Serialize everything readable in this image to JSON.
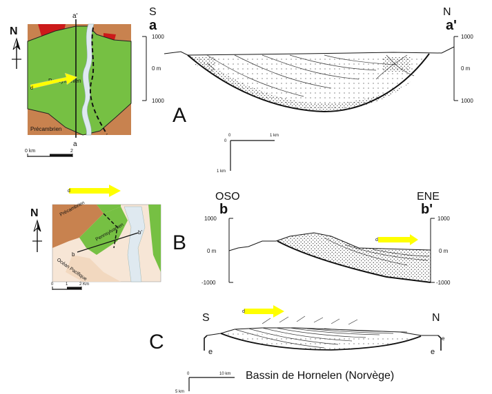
{
  "panel_a": {
    "letter": "A",
    "north_symbol": "N",
    "section_start_top": "a'",
    "section_start_bottom": "a",
    "map_unit_green": "Pensylvanien",
    "map_unit_brown": "Précambrien",
    "map_scale_left": "0 km",
    "map_scale_right": "2",
    "profile_left_dir": "S",
    "profile_left_point": "a",
    "profile_right_dir": "N",
    "profile_right_point": "a'",
    "elev_top": "1000",
    "elev_mid": "0 m",
    "elev_bottom": "1000",
    "elev_top_r": "1000",
    "elev_mid_r": "0 m",
    "elev_bottom_r": "1000",
    "xy_scale_x0": "0",
    "xy_scale_x1": "1 km",
    "xy_scale_y0": "0",
    "xy_scale_y1": "1 km",
    "arrow_label": "d"
  },
  "panel_b": {
    "letter": "B",
    "north_symbol": "N",
    "map_unit_brown": "Précambrien",
    "map_unit_green": "Pennsylvanien",
    "map_unit_ocean": "Océan Pacifique",
    "section_pt_start": "b",
    "section_pt_end": "b'",
    "map_scale_0": "0",
    "map_scale_1": "1",
    "map_scale_2": "2 Km",
    "profile_left_dir": "OSO",
    "profile_left_point": "b",
    "profile_right_dir": "ENE",
    "profile_right_point": "b'",
    "elev_top": "1000",
    "elev_mid": "0 m",
    "elev_bottom": "-1000",
    "elev_top_r": "1000",
    "elev_mid_r": "0 m",
    "elev_bottom_r": "-1000",
    "arrow_label_map": "d",
    "arrow_label_profile": "d"
  },
  "panel_c": {
    "letter": "C",
    "left_dir": "S",
    "right_dir": "N",
    "left_mark": "e",
    "right_mark": "e",
    "right_top_mark": "e",
    "arrow_label": "d",
    "scale_x0": "0",
    "scale_x1": "10 km",
    "scale_y1": "5 km",
    "caption": "Bassin de Hornelen (Norvège)"
  },
  "colors": {
    "green": "#76c043",
    "brown": "#c8824f",
    "red": "#cc1a1a",
    "arrow": "#ffff00",
    "river": "#dfe9f0",
    "beige": "#f2d8bf"
  }
}
